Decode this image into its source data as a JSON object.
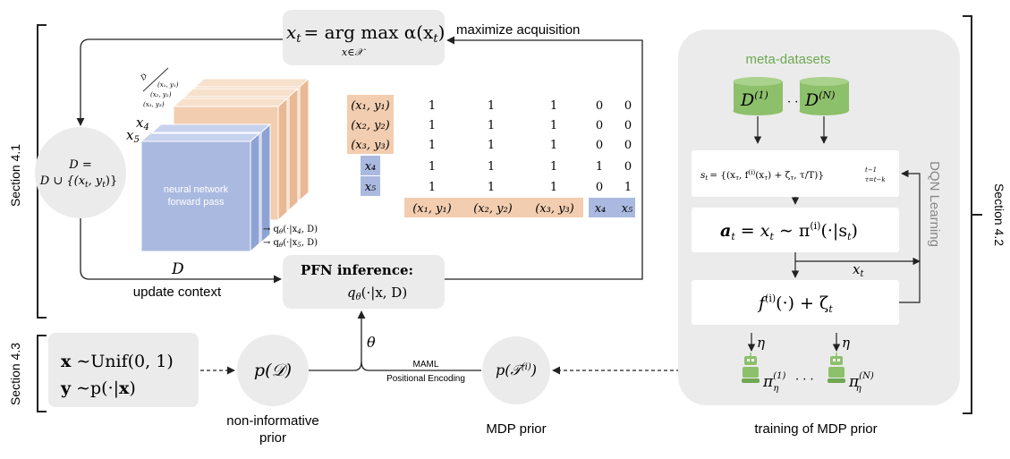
{
  "sections": {
    "s41": "Section 4.1",
    "s42": "Section 4.2",
    "s43": "Section 4.3"
  },
  "acquisition": {
    "formula_main": "x",
    "formula_sub": "t",
    "formula_rest": "= arg max α(x",
    "formula_close": ")",
    "argmax_under": "x∈𝒳",
    "label": "maximize acquisition"
  },
  "context_node": {
    "line1": "D =",
    "line2": "D ∪ {(x",
    "line2_rest": ", y",
    "line2_close": ")}"
  },
  "pfn": {
    "title": "PFN inference:",
    "formula": "q",
    "formula_rest": "(·|x, D)",
    "nn_label_1": "neural network",
    "nn_label_2": "forward pass",
    "layer_x4": "x",
    "layer_x5": "x",
    "out_1": "→ q",
    "out_1_rest": "(·|x",
    "out_1_tail": ", D)",
    "out_2": "→ q",
    "out_2_rest": "(·|x",
    "out_2_tail": ", D)",
    "stack_tag_D": "D",
    "stack_tags": [
      "(x₁, y₁)",
      "(x₂, y₂)",
      "(x₃, y₃)"
    ]
  },
  "matrix": {
    "row_labels": [
      "(x₁, y₁)",
      "(x₂, y₂)",
      "(x₃, y₃)",
      "x₄",
      "x₅"
    ],
    "rows": [
      [
        "1",
        "1",
        "1",
        "0",
        "0"
      ],
      [
        "1",
        "1",
        "1",
        "0",
        "0"
      ],
      [
        "1",
        "1",
        "1",
        "0",
        "0"
      ],
      [
        "1",
        "1",
        "1",
        "1",
        "0"
      ],
      [
        "1",
        "1",
        "1",
        "0",
        "1"
      ]
    ],
    "col_labels": [
      "(x₁, y₁)",
      "(x₂, y₂)",
      "(x₃, y₃)",
      "x₄",
      "x₅"
    ]
  },
  "edges": {
    "d_label": "D",
    "update_context": "update context",
    "theta": "θ",
    "maml": "MAML",
    "positional_encoding": "Positional Encoding",
    "eta": "η"
  },
  "prior": {
    "line1_bold": "x",
    "line1_rest": " ∼Unif(0, 1)",
    "line2_bold": "y",
    "line2_rest": " ∼p(·|",
    "line2_bold2": "x",
    "line2_close": ")",
    "pD": "p(𝒟)",
    "pD_caption_1": "non-informative",
    "pD_caption_2": "prior",
    "pT": "p(𝒯",
    "pT_sup": "(i)",
    "pT_close": ")",
    "pT_caption": "MDP prior"
  },
  "mdp": {
    "meta_datasets": "meta-datasets",
    "d1": "D",
    "d1_sup": "(1)",
    "dots": "· · ·",
    "dN": "D",
    "dN_sup": "(N)",
    "state": "s",
    "state_rest": "= {(x",
    "state_rest2": ", f",
    "state_rest3": "(x",
    "state_rest4": ") + ζ",
    "state_rest5": ", τ/T)}",
    "state_lim": "t−1",
    "state_lim2": "τ=t−k",
    "action": "a",
    "action_rest": " = x",
    "action_rest2": " ∼ π",
    "action_sup": "(i)",
    "action_rest3": "(·|s",
    "action_close": ")",
    "xt": "x",
    "f_formula": "f",
    "f_sup": "(i)",
    "f_rest": "(·) + ζ",
    "dqn": "DQN Learning",
    "pi": "π",
    "pi_sup1": "(1)",
    "pi_supN": "(N)",
    "pi_sub": "η",
    "caption": "training of MDP prior"
  },
  "colors": {
    "orange": "#f2cdb0",
    "blue": "#aab9e0",
    "gray_box": "#ebebeb",
    "panel": "#eeeeee",
    "green": "#8dc06b",
    "green_dark": "#6fa852"
  }
}
